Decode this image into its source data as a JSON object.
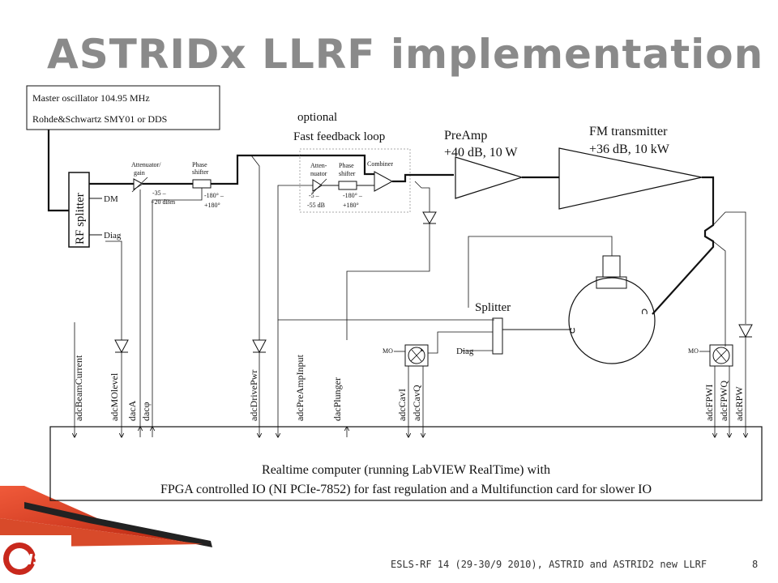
{
  "slide": {
    "title": "ASTRIDx LLRF implementation",
    "footer": "ESLS-RF 14 (29-30/9 2010), ASTRID and ASTRID2 new LLRF",
    "page_number": "8",
    "logo_text": "ISA"
  },
  "diagram": {
    "master_oscillator": {
      "line1": "Master oscillator 104.95 MHz",
      "line2": "Rohde&Schwartz SMY01 or DDS"
    },
    "rf_splitter": {
      "label": "RF splitter",
      "out_dm": "DM",
      "out_diag": "Diag"
    },
    "attenuator1": {
      "label1": "Attenuator/",
      "label2": "gain",
      "range1": "-35 –",
      "range2": "+20 dBm"
    },
    "phase_shifter1": {
      "label1": "Phase",
      "label2": "shifter",
      "range1": "-180° –",
      "range2": "+180°"
    },
    "optional": {
      "line1": "optional",
      "line2": "Fast feedback loop"
    },
    "attenuator2": {
      "label1": "Atten-",
      "label2": "nuator",
      "range1": "-5 –",
      "range2": "-55 dB"
    },
    "phase_shifter2": {
      "label1": "Phase",
      "label2": "shifter",
      "range1": "-180° –",
      "range2": "+180°"
    },
    "combiner": {
      "label": "Combiner"
    },
    "preamp": {
      "line1": "PreAmp",
      "line2": "+40 dB, 10 W"
    },
    "fm_transmitter": {
      "line1": "FM transmitter",
      "line2": "+36 dB, 10 kW"
    },
    "splitter": {
      "label": "Splitter",
      "out_diag": "Diag"
    },
    "mixer_left": {
      "label": "MO"
    },
    "mixer_right": {
      "label": "MO"
    },
    "signals": {
      "s1": "adcBeamCurrent",
      "s2": "adcMOlevel",
      "s3": "dacA",
      "s4": "dacφ",
      "s5": "adcDrivePwr",
      "s6": "adcPreAmpInput",
      "s7": "dacPlunger",
      "s8": "adcCavI",
      "s9": "adcCavQ",
      "s10": "adcFPWI",
      "s11": "adcFPWQ",
      "s12": "adcRPW"
    },
    "realtime": {
      "line1": "Realtime computer (running LabVIEW RealTime) with",
      "line2": "FPGA controlled IO (NI PCIe-7852) for fast regulation and a Multifunction card for slower IO"
    }
  }
}
